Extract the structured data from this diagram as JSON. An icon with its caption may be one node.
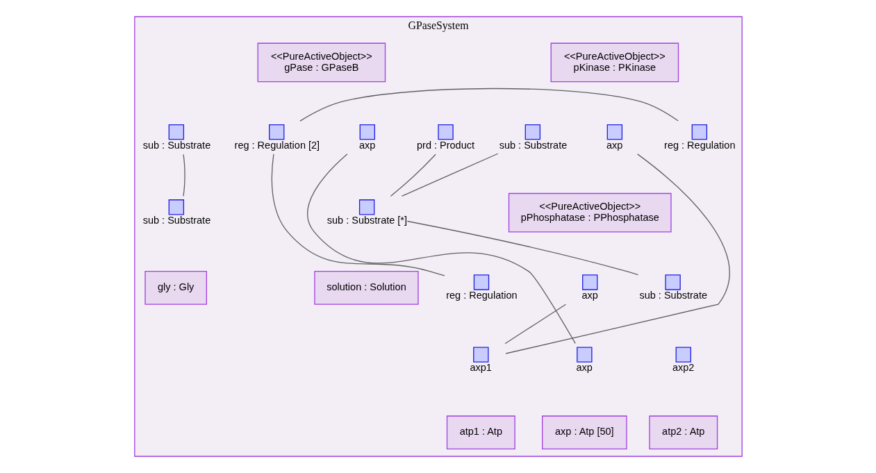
{
  "diagram": {
    "nodes": [
      {
        "text": [
          "GPaseSystem"
        ]
      },
      {
        "text": [
          "<<PureActiveObject>>",
          "pKinase : PKinase"
        ],
        "in": 0
      },
      {
        "text": [],
        "shape": "box",
        "beside": [
          "reg : Regulation"
        ],
        "in": 0
      },
      {
        "text": [],
        "shape": "box",
        "beside": [
          "sub : Substrate"
        ],
        "in": 0
      },
      {
        "text": [],
        "shape": "box",
        "beside": [
          "axp"
        ],
        "in": 0
      },
      {
        "text": [
          "<<PureActiveObject>>",
          "gPase : GPaseB"
        ],
        "in": 0
      },
      {
        "text": [],
        "shape": "box",
        "beside": [
          "reg : Regulation [2]"
        ],
        "in": 0
      },
      {
        "text": [],
        "shape": "box",
        "beside": [
          "axp"
        ],
        "in": 0
      },
      {
        "text": [],
        "shape": "box",
        "beside": [
          "prd : Product"
        ],
        "in": 0
      },
      {
        "text": [],
        "shape": "box",
        "beside": [
          "sub : Substrate"
        ],
        "in": 0
      },
      {
        "text": [
          "<<PureActiveObject>>",
          "pPhosphatase : PPhosphatase"
        ],
        "in": 0
      },
      {
        "text": [],
        "shape": "box",
        "beside": [
          "reg : Regulation"
        ],
        "in": 0
      },
      {
        "text": [],
        "shape": "box",
        "beside": [
          "sub : Substrate"
        ],
        "in": 0
      },
      {
        "text": [],
        "shape": "box",
        "beside": [
          "axp"
        ],
        "in": 0
      },
      {
        "text": [
          "atp1 : Atp"
        ],
        "in": 0
      },
      {
        "text": [],
        "shape": "box",
        "beside": [
          "axp1"
        ],
        "in": 0
      },
      {
        "text": [
          "atp2 : Atp"
        ],
        "in": 0
      },
      {
        "text": [],
        "shape": "box",
        "beside": [
          "axp2"
        ],
        "in": 0
      },
      {
        "text": [
          "axp : Atp [50]"
        ],
        "in": 0
      },
      {
        "text": [],
        "shape": "box",
        "beside": [
          "axp"
        ],
        "in": 0
      },
      {
        "text": [
          "solution : Solution"
        ],
        "in": 0
      },
      {
        "text": [],
        "shape": "box",
        "beside": [
          "sub : Substrate [*]"
        ],
        "in": 0
      },
      {
        "text": [
          "gly : Gly"
        ],
        "in": 0
      },
      {
        "text": [],
        "shape": "box",
        "beside": [
          "sub : Substrate"
        ],
        "in": 0
      }
    ],
    "edges": [
      {
        "from": 2,
        "to": 6,
        "arrow": "none"
      },
      {
        "from": 11,
        "to": 6,
        "arrow": "none"
      },
      {
        "from": 4,
        "to": 15,
        "arrow": "none"
      },
      {
        "from": 13,
        "to": 15,
        "arrow": "none"
      },
      {
        "from": 7,
        "to": 19,
        "arrow": "none"
      },
      {
        "from": 3,
        "to": 21,
        "arrow": "none"
      },
      {
        "from": 12,
        "to": 21,
        "arrow": "none"
      },
      {
        "from": 8,
        "to": 21,
        "arrow": "none"
      },
      {
        "from": 9,
        "to": 23,
        "arrow": "none"
      }
    ]
  }
}
